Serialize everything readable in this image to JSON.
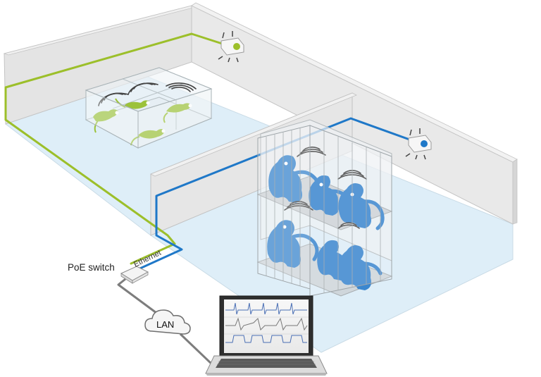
{
  "labels": {
    "poe_switch": "PoE switch",
    "lan": "LAN",
    "ethernet": "Ethernet"
  },
  "colors": {
    "green_link": "#9cbf2a",
    "blue_link": "#1f78c8",
    "floor": "#deeef8",
    "wall": "#e2e2e2",
    "animal_green": "#9cc23a",
    "animal_blue": "#3b87cf",
    "cable_grey": "#8a8a8a"
  },
  "icons": {
    "access_point_green": "wifi-access-point-icon",
    "access_point_blue": "wifi-access-point-icon",
    "cloud": "cloud-icon",
    "laptop": "laptop-icon",
    "wireless": "wireless-signal-icon",
    "rodent": "mouse-animal-icon",
    "primate": "monkey-animal-icon"
  }
}
